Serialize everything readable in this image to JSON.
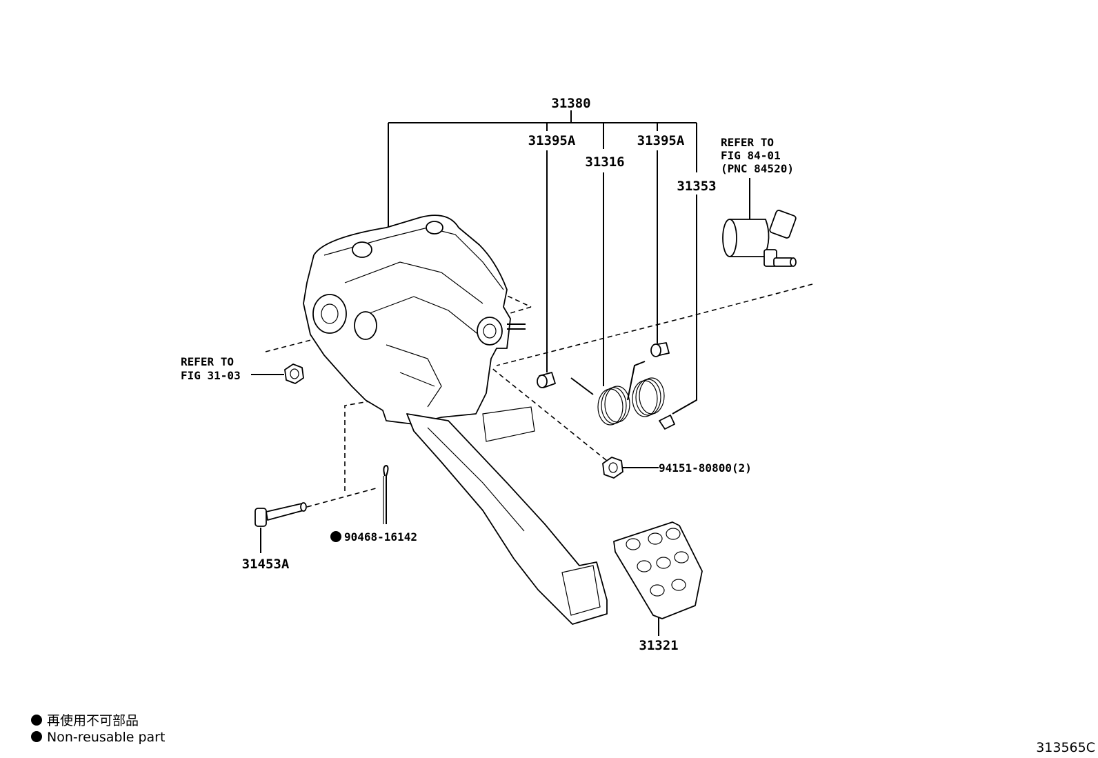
{
  "assembly_label": "31380",
  "callouts": {
    "cushion_a_left": "31395A",
    "spring": "31316",
    "cushion_a_right": "31395A",
    "clip": "31353",
    "pin": "31453A",
    "cotter_pin": "90468-16142",
    "nut": "94151-80800(2)",
    "pedal_pad": "31321"
  },
  "refer_switch": {
    "line1": "REFER TO",
    "line2": "FIG 84-01",
    "line3": "(PNC 84520)"
  },
  "refer_bracket": {
    "line1": "REFER TO",
    "line2": "FIG 31-03"
  },
  "legend": {
    "line_jp": "再使用不可部品",
    "line_en": "Non-reusable part"
  },
  "figure_id": "313565C",
  "colors": {
    "ink": "#000000",
    "background": "#ffffff"
  }
}
